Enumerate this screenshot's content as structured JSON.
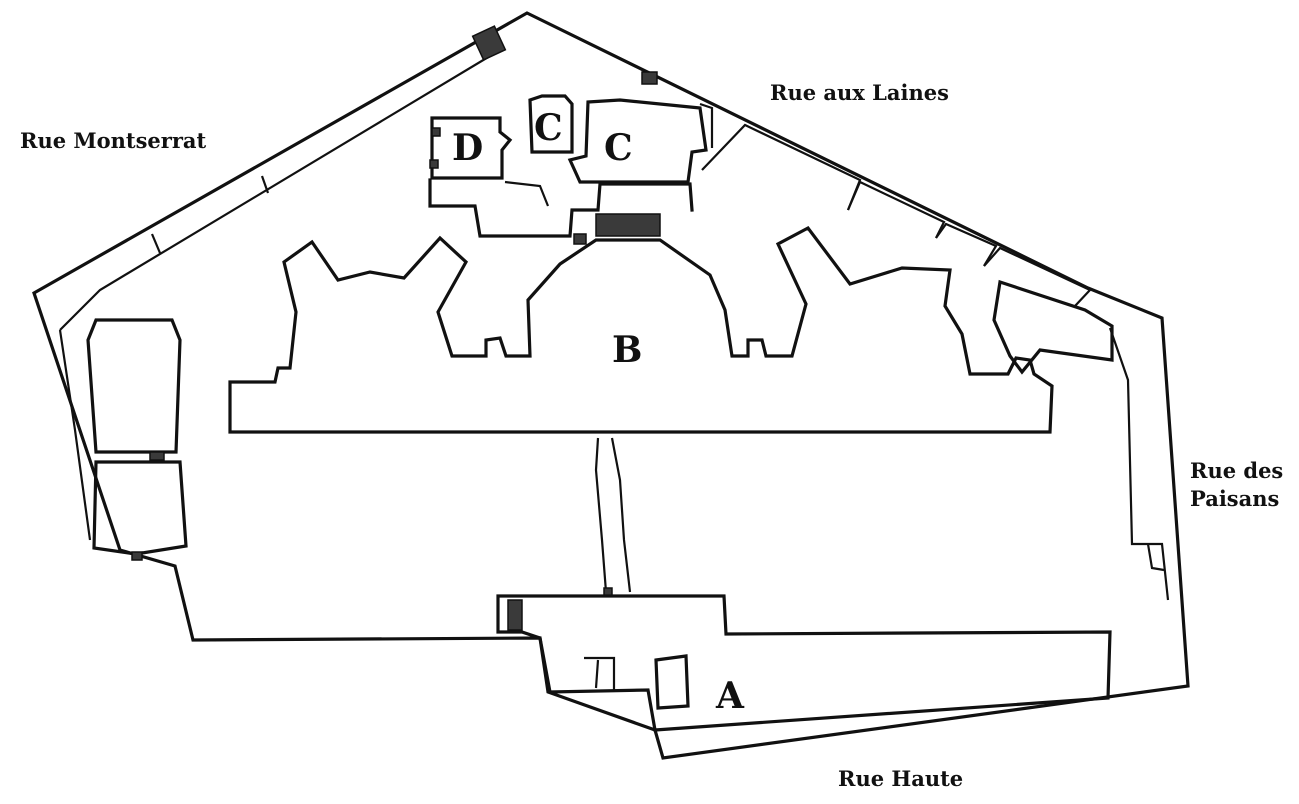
{
  "streets": {
    "rue_montserrat": "Rue Montserrat",
    "rue_aux_laines": "Rue aux Laines",
    "rue_des_paisans_line1": "Rue des",
    "rue_des_paisans_line2": "Paisans",
    "rue_haute": "Rue Haute"
  },
  "buildings": {
    "a": "A",
    "b": "B",
    "c_left": "C",
    "c_right": "C",
    "d": "D"
  },
  "colors": {
    "ink": "#111111",
    "paper": "#ffffff",
    "hatch": "#3a3a3a"
  }
}
